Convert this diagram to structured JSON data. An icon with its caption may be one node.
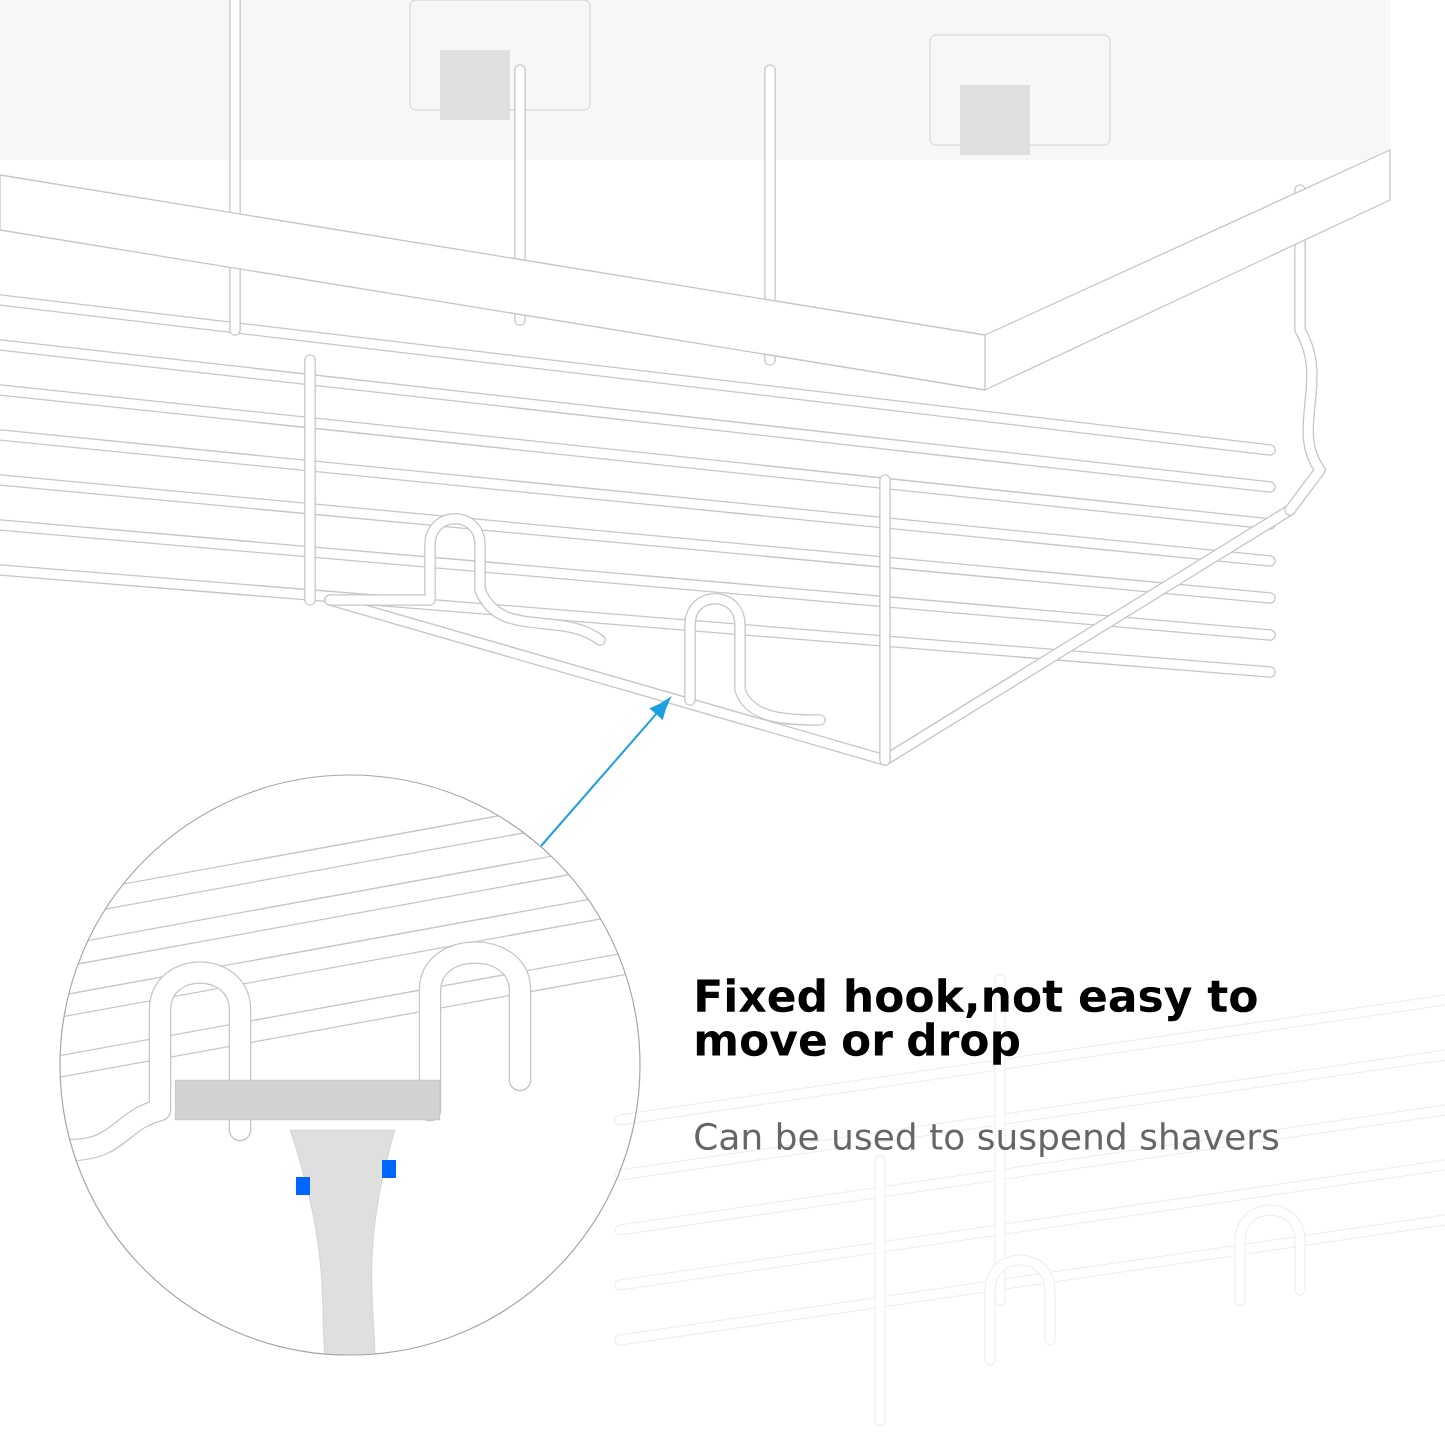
{
  "diagram": {
    "title": "Fixed hook,not easy to move or drop",
    "nodes": [
      {
        "text": [],
        "shape": "picture"
      },
      {
        "text": [],
        "shape": "circle"
      }
    ],
    "edges": [
      {
        "from": 1,
        "to": 0,
        "arrow": "to"
      }
    ],
    "labels": [
      "Can be used to suspend shavers"
    ]
  }
}
